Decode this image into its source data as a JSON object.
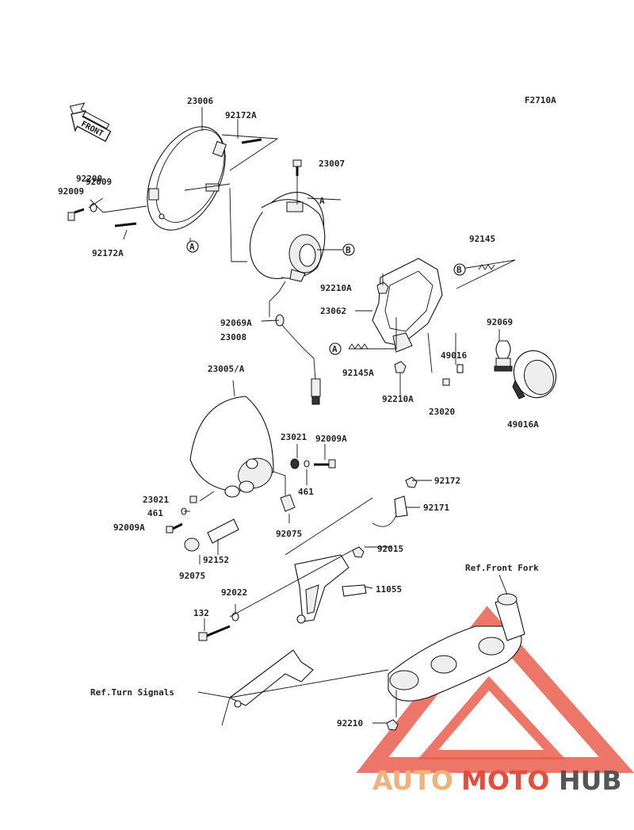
{
  "figure_code": "F2710A",
  "front_label": "FRONT",
  "parts": [
    "23006",
    "92172A",
    "92009",
    "92200",
    "92009",
    "92172A",
    "23007",
    "A",
    "B",
    "92145",
    "92210A",
    "23062",
    "92069A",
    "23008",
    "92069",
    "49016",
    "A",
    "92145A",
    "92210A",
    "23020",
    "49016A",
    "23005/A",
    "23021",
    "92009A",
    "461",
    "92075",
    "23021",
    "461",
    "92009A",
    "92075",
    "92152",
    "92172",
    "92171",
    "92015",
    "11055",
    "92022",
    "132",
    "92210"
  ],
  "circle_markers": [
    "A",
    "B",
    "B",
    "A"
  ],
  "references": {
    "front_fork": "Ref.Front Fork",
    "turn_signals": "Ref.Turn Signals"
  },
  "watermark": {
    "part1": "AUTO",
    "part2": "MOTO",
    "part3": "HUB",
    "colors": {
      "auto": "#f0b27a",
      "moto": "#e74c3c",
      "hub": "#555555",
      "triangle": "#e74c3c"
    }
  }
}
